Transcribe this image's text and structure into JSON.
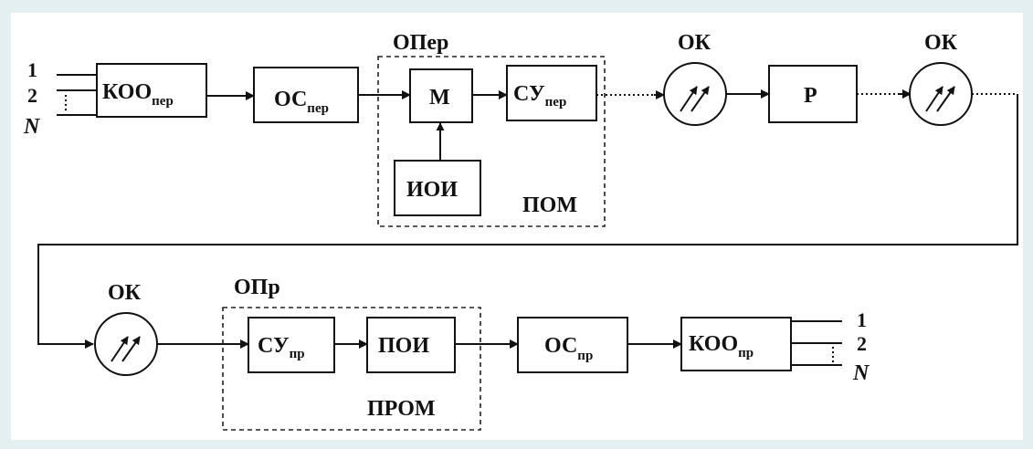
{
  "diagram": {
    "background": "#e4eff2",
    "line_color": "#111111",
    "channels_in": {
      "n1": "1",
      "n2": "2",
      "nN": "N"
    },
    "channels_out": {
      "n1": "1",
      "n2": "2",
      "nN": "N"
    },
    "blocks": {
      "koo_per": {
        "main": "КОО",
        "sub": "пер"
      },
      "os_per": {
        "main": "ОС",
        "sub": "пер"
      },
      "m": {
        "main": "М"
      },
      "su_per": {
        "main": "СУ",
        "sub": "пер"
      },
      "ioi": {
        "main": "ИОИ"
      },
      "r": {
        "main": "Р"
      },
      "su_pr": {
        "main": "СУ",
        "sub": "пр"
      },
      "poi": {
        "main": "ПОИ"
      },
      "os_pr": {
        "main": "ОС",
        "sub": "пр"
      },
      "koo_pr": {
        "main": "КОО",
        "sub": "пр"
      }
    },
    "groups": {
      "oper": "ОПер",
      "pom": "ПОМ",
      "opr": "ОПр",
      "prom": "ПРОМ"
    },
    "amplifiers": {
      "ok1": "ОК",
      "ok2": "ОК",
      "ok3": "ОК"
    }
  }
}
